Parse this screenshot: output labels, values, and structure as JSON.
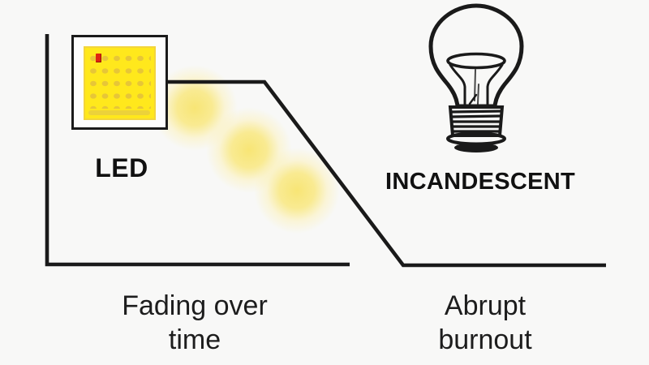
{
  "colors": {
    "bg": "#f8f8f7",
    "ink": "#1a1a1a",
    "chip-yellow": "#ffe81c",
    "dot-amber": "#e4c23a",
    "indicator-red": "#e02311",
    "glow-yellow": "#f8e57d"
  },
  "led": {
    "label": "LED",
    "caption_line1": "Fading over",
    "caption_line2": "time"
  },
  "incandescent": {
    "label": "INCANDESCENT",
    "caption_line1": "Abrupt",
    "caption_line2": "burnout"
  }
}
